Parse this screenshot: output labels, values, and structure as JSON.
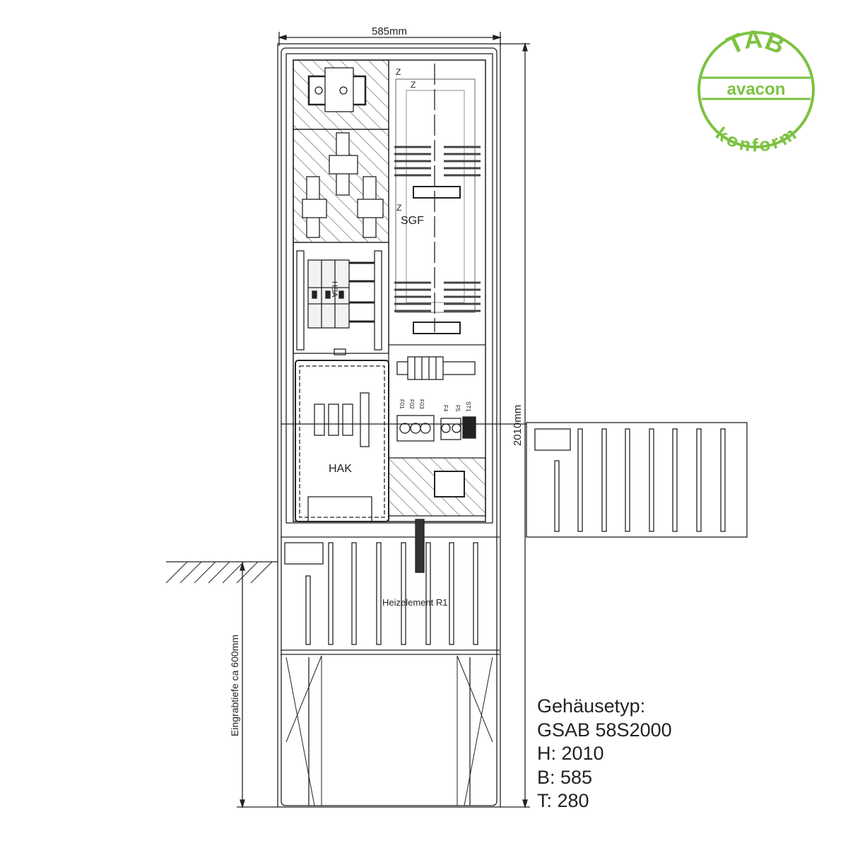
{
  "dimensions": {
    "width": "585mm",
    "height": "2010mm",
    "depth_label": "Eingrabtiefe ca 600mm"
  },
  "labels": {
    "hsa": "HSA",
    "sgf": "SGF",
    "hak": "HAK",
    "z": "Z",
    "heater": "Heizelement R1",
    "fuses": [
      "F01",
      "F02",
      "F03",
      "F4",
      "F5",
      "ST1"
    ]
  },
  "spec": {
    "title": "Gehäusetyp:",
    "type": "GSAB 58S2000",
    "h": "H: 2010",
    "b": "B: 585",
    "t": "T: 280"
  },
  "seal": {
    "top": "TAB",
    "middle": "avacon",
    "bottom": "konform",
    "color": "#7dc242"
  }
}
